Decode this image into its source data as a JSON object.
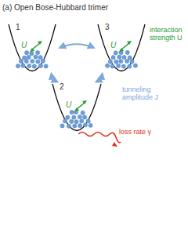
{
  "diagram": {
    "title": "(a) Open Bose-Hubbard trimer",
    "nodes": [
      {
        "text": [
          "1",
          "U"
        ]
      },
      {
        "text": [
          "3",
          "U"
        ]
      },
      {
        "text": [
          "2",
          "U"
        ]
      }
    ],
    "edges": [
      {
        "from": 0,
        "to": 1,
        "arrow": "both"
      },
      {
        "from": 0,
        "to": 2,
        "arrow": "both"
      },
      {
        "from": 1,
        "to": 2,
        "arrow": "both"
      }
    ],
    "labels": [
      "interaction strength U",
      "tunneling amplitude J",
      "loss rate γ"
    ]
  }
}
